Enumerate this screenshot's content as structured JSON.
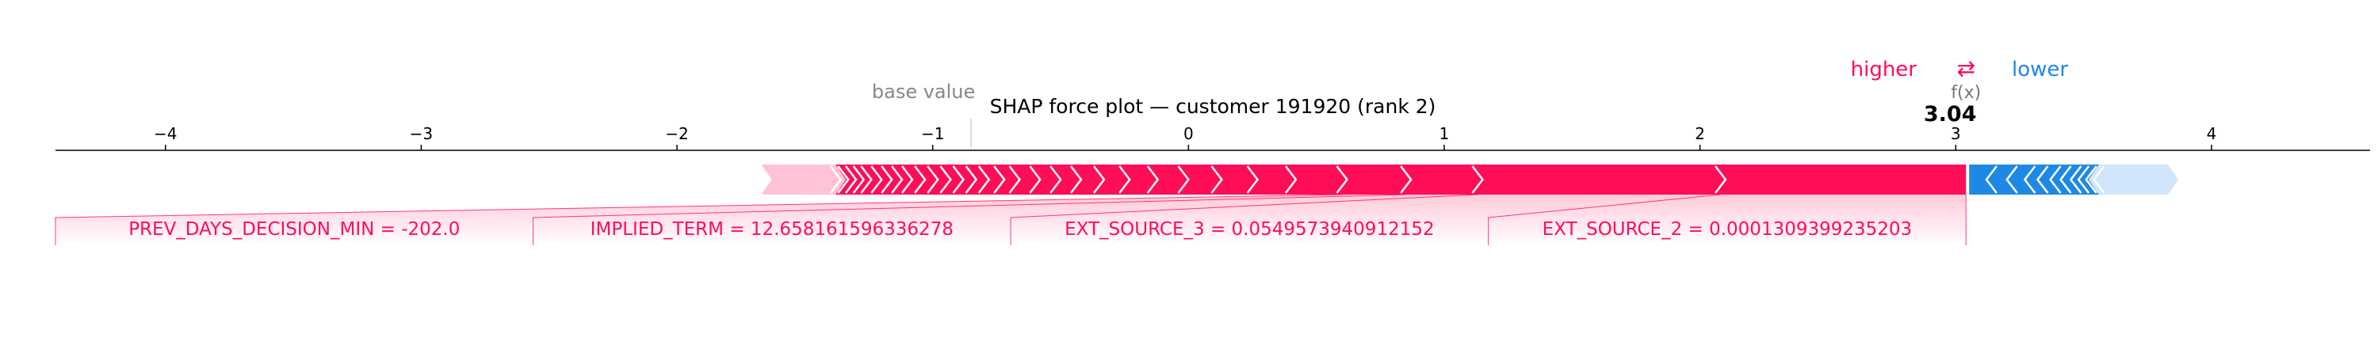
{
  "chart_data": {
    "type": "force",
    "title": "SHAP force plot — customer 191920 (rank 2)",
    "xlim": [
      -4.43,
      4.62
    ],
    "ticks": [
      -4,
      -3,
      -2,
      -1,
      0,
      1,
      2,
      3,
      4
    ],
    "tick_labels": [
      "−4",
      "−3",
      "−2",
      "−1",
      "0",
      "1",
      "2",
      "3",
      "4"
    ],
    "base_value": -0.85,
    "base_value_label": "base value",
    "output_value": 3.04,
    "output_value_label": "3.04",
    "fx_label": "f(x)",
    "legend": {
      "higher": "higher",
      "arrow": "⇄",
      "lower": "lower"
    },
    "positive_segments": [
      {
        "from": -1.67,
        "to": 2.08
      },
      {
        "from": 2.08,
        "to": 3.04
      }
    ],
    "negative_segments": [
      {
        "from": 3.04,
        "to": 3.87
      }
    ],
    "positive_boundaries": [
      -1.38,
      -1.35,
      -1.32,
      -1.29,
      -1.26,
      -1.22,
      -1.18,
      -1.14,
      -1.1,
      -1.05,
      -1.0,
      -0.95,
      -0.9,
      -0.85,
      -0.8,
      -0.74,
      -0.68,
      -0.6,
      -0.52,
      -0.44,
      -0.35,
      -0.25,
      -0.14,
      -0.02,
      0.11,
      0.25,
      0.4,
      0.6,
      0.85,
      1.13,
      2.08
    ],
    "negative_boundaries": [
      3.14,
      3.22,
      3.29,
      3.34,
      3.39,
      3.43,
      3.47,
      3.5,
      3.53,
      3.56
    ],
    "labeled_features": [
      {
        "label": "PREV_DAYS_DECISION_MIN = -202.0",
        "from": 0.6,
        "to": 0.85
      },
      {
        "label": "IMPLIED_TERM = 12.658161596336278",
        "from": 0.85,
        "to": 1.13
      },
      {
        "label": "EXT_SOURCE_3 = 0.0549573940912152",
        "from": 1.13,
        "to": 2.08
      },
      {
        "label": "EXT_SOURCE_2 = 0.0001309399235203",
        "from": 2.08,
        "to": 3.04
      }
    ],
    "colors": {
      "positive": "#ff0d57",
      "positive_light": "#ffc3d5",
      "negative": "#1e88e5",
      "negative_light": "#d1e6fa",
      "axis": "#000000",
      "base_value": "#888888"
    }
  }
}
